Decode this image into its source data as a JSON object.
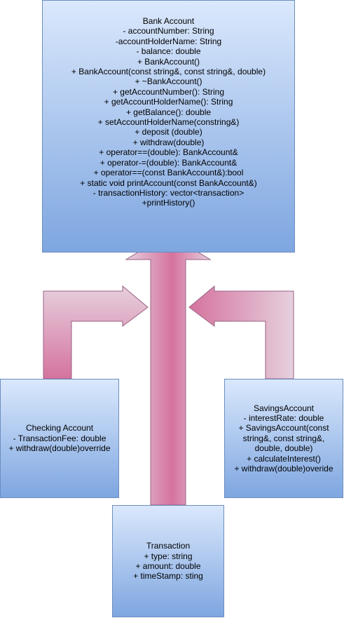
{
  "colors": {
    "box_fill_top": "#dae8fc",
    "box_fill_bottom": "#7ea6e0",
    "box_stroke": "#6c8ebf",
    "arrow_fill_light": "#e6d0de",
    "arrow_fill_dark": "#d5739d",
    "arrow_stroke": "#996185"
  },
  "bank_account": {
    "lines": [
      "Bank Account",
      "- accountNumber: String",
      "-accountHolderName: String",
      "- balance: double",
      "+ BankAccount()",
      "+ BankAccount(const string&, const string&, double)",
      "+ ~BankAccount()",
      "+ getAccountNumber(): String",
      "+ getAccountHolderName(): String",
      "+ getBalance(): double",
      "+ setAccountHolderName(constring&)",
      "+ deposit (double)",
      "+ withdraw(double)",
      "+ operator==(double): BankAccount&",
      "+ operator-=(double): BankAccount&",
      "+ operator==(const BankAccount&):bool",
      "+ static void printAccount(const BankAccount&)",
      "- transactionHistory: vector<transaction>",
      "+printHistory()"
    ]
  },
  "checking_account": {
    "lines": [
      "Checking Account",
      "- TransactionFee: double",
      "+ withdraw(double)override"
    ]
  },
  "savings_account": {
    "lines": [
      "SavingsAccount",
      "- interestRate: double",
      "+ SavingsAccount(const string&, const string&, double, double)",
      "+ calculateInterest()",
      "+ withdraw(double)overide"
    ]
  },
  "transaction": {
    "lines": [
      "Transaction",
      "+ type: string",
      "+ amount: double",
      "+ timeStamp: sting"
    ]
  }
}
